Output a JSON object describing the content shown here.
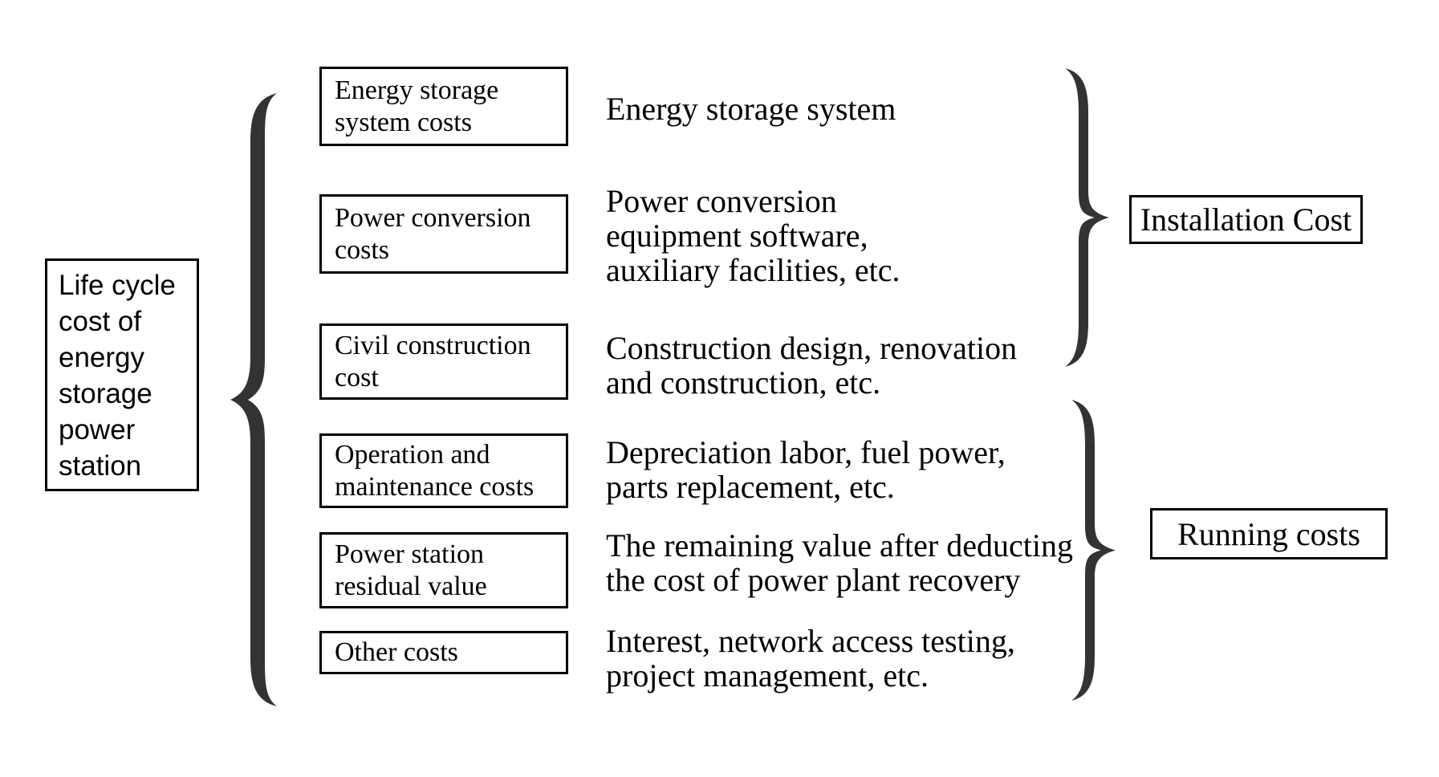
{
  "title": "Life cycle cost of energy storage power station breakdown diagram",
  "colors": {
    "ink": "#000000",
    "brace": "#333333",
    "background": "#ffffff"
  },
  "root": {
    "lines": [
      "Life cycle",
      "cost of",
      "energy",
      "storage",
      "power",
      "station"
    ]
  },
  "items": [
    {
      "box": [
        "Energy storage",
        "system costs"
      ],
      "desc": [
        "Energy storage system"
      ]
    },
    {
      "box": [
        "Power conversion",
        "costs"
      ],
      "desc": [
        "Power conversion",
        "equipment software,",
        "auxiliary facilities, etc."
      ]
    },
    {
      "box": [
        "Civil construction",
        "cost"
      ],
      "desc": [
        "Construction design, renovation",
        "and construction, etc."
      ]
    },
    {
      "box": [
        "Operation and",
        "maintenance costs"
      ],
      "desc": [
        "Depreciation labor, fuel power,",
        "parts replacement, etc."
      ]
    },
    {
      "box": [
        "Power station",
        "residual value"
      ],
      "desc": [
        "The remaining value after deducting",
        "the cost of power plant recovery"
      ]
    },
    {
      "box": [
        "Other costs"
      ],
      "desc": [
        "Interest, network access testing,",
        "project management, etc."
      ]
    }
  ],
  "groups": [
    {
      "label": "Installation Cost",
      "members": [
        "Energy storage system costs",
        "Power conversion costs",
        "Civil construction cost"
      ]
    },
    {
      "label": "Running costs",
      "members": [
        "Operation and maintenance costs",
        "Power station residual value",
        "Other costs"
      ]
    }
  ]
}
